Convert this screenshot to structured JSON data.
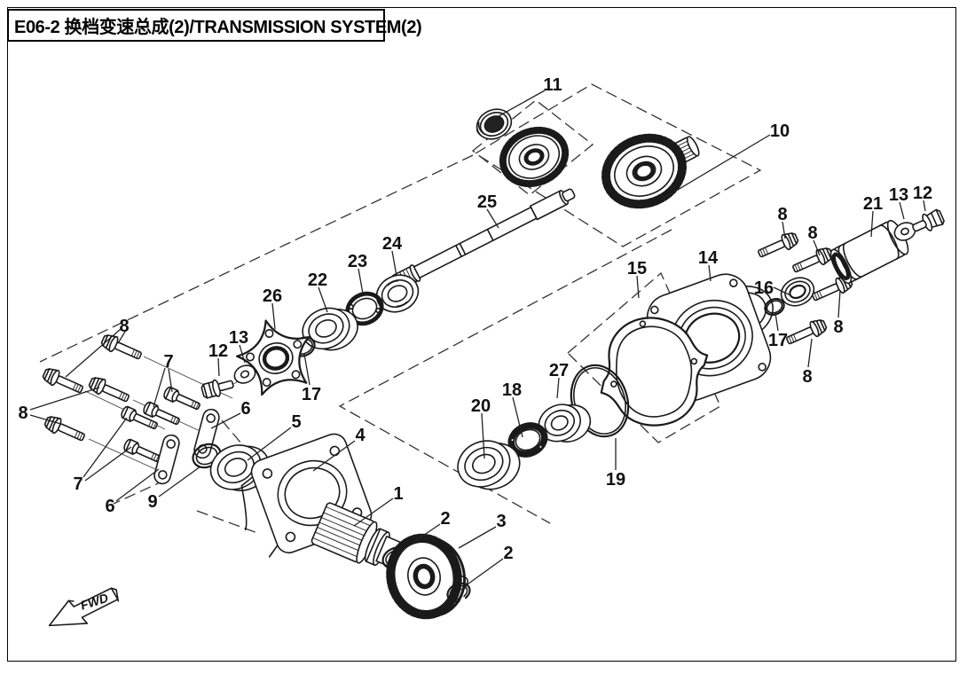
{
  "header": {
    "title": "E06-2 换档变速总成(2)/TRANSMISSION SYSTEM(2)"
  },
  "drawing": {
    "type": "exploded-parts-diagram",
    "fwd_marker": "FWD",
    "callouts": {
      "c1": "1",
      "c2": "2",
      "c3": "3",
      "c4": "4",
      "c5": "5",
      "c6": "6",
      "c7": "7",
      "c8": "8",
      "c9": "9",
      "c10": "10",
      "c11": "11",
      "c12": "12",
      "c13": "13",
      "c14": "14",
      "c15": "15",
      "c16": "16",
      "c17": "17",
      "c18": "18",
      "c19": "19",
      "c20": "20",
      "c21": "21",
      "c22": "22",
      "c23": "23",
      "c24": "24",
      "c25": "25",
      "c26": "26",
      "c27": "27"
    }
  }
}
